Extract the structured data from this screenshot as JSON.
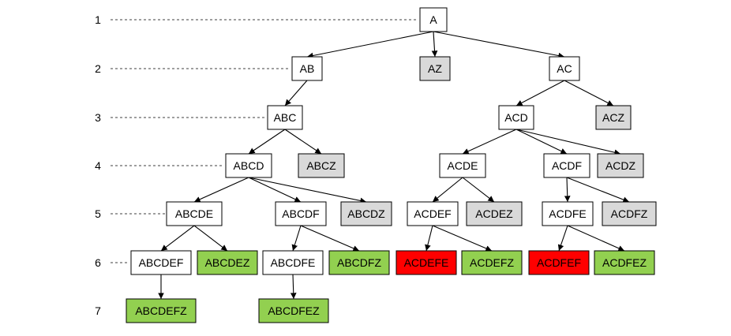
{
  "levels": [
    "1",
    "2",
    "3",
    "4",
    "5",
    "6",
    "7"
  ],
  "colors": {
    "plain": "#ffffff",
    "gray": "#d9d9d9",
    "green": "#92d050",
    "red": "#ff0000",
    "edge": "#000000"
  },
  "nodes": [
    {
      "id": "A",
      "label": "A",
      "level": 1,
      "kind": "plain"
    },
    {
      "id": "AB",
      "label": "AB",
      "level": 2,
      "kind": "plain"
    },
    {
      "id": "AZ",
      "label": "AZ",
      "level": 2,
      "kind": "gray"
    },
    {
      "id": "AC",
      "label": "AC",
      "level": 2,
      "kind": "plain"
    },
    {
      "id": "ABC",
      "label": "ABC",
      "level": 3,
      "kind": "plain"
    },
    {
      "id": "ACD",
      "label": "ACD",
      "level": 3,
      "kind": "plain"
    },
    {
      "id": "ACZ",
      "label": "ACZ",
      "level": 3,
      "kind": "gray"
    },
    {
      "id": "ABCD",
      "label": "ABCD",
      "level": 4,
      "kind": "plain"
    },
    {
      "id": "ABCZ",
      "label": "ABCZ",
      "level": 4,
      "kind": "gray"
    },
    {
      "id": "ACDE",
      "label": "ACDE",
      "level": 4,
      "kind": "plain"
    },
    {
      "id": "ACDF",
      "label": "ACDF",
      "level": 4,
      "kind": "plain"
    },
    {
      "id": "ACDZ",
      "label": "ACDZ",
      "level": 4,
      "kind": "gray"
    },
    {
      "id": "ABCDE",
      "label": "ABCDE",
      "level": 5,
      "kind": "plain"
    },
    {
      "id": "ABCDF",
      "label": "ABCDF",
      "level": 5,
      "kind": "plain"
    },
    {
      "id": "ABCDZ",
      "label": "ABCDZ",
      "level": 5,
      "kind": "gray"
    },
    {
      "id": "ACDEF",
      "label": "ACDEF",
      "level": 5,
      "kind": "plain"
    },
    {
      "id": "ACDEZ",
      "label": "ACDEZ",
      "level": 5,
      "kind": "gray"
    },
    {
      "id": "ACDFE",
      "label": "ACDFE",
      "level": 5,
      "kind": "plain"
    },
    {
      "id": "ACDFZ",
      "label": "ACDFZ",
      "level": 5,
      "kind": "gray"
    },
    {
      "id": "ABCDEF",
      "label": "ABCDEF",
      "level": 6,
      "kind": "plain"
    },
    {
      "id": "ABCDEZ",
      "label": "ABCDEZ",
      "level": 6,
      "kind": "green"
    },
    {
      "id": "ABCDFE",
      "label": "ABCDFE",
      "level": 6,
      "kind": "plain"
    },
    {
      "id": "ABCDFZ",
      "label": "ABCDFZ",
      "level": 6,
      "kind": "green"
    },
    {
      "id": "ACDEFE",
      "label": "ACDEFE",
      "level": 6,
      "kind": "red"
    },
    {
      "id": "ACDEFZ",
      "label": "ACDEFZ",
      "level": 6,
      "kind": "green"
    },
    {
      "id": "ACDFEF",
      "label": "ACDFEF",
      "level": 6,
      "kind": "red"
    },
    {
      "id": "ACDFEZ",
      "label": "ACDFEZ",
      "level": 6,
      "kind": "green"
    },
    {
      "id": "ABCDEFZ",
      "label": "ABCDEFZ",
      "level": 7,
      "kind": "green"
    },
    {
      "id": "ABCDFEZ",
      "label": "ABCDFEZ",
      "level": 7,
      "kind": "green"
    }
  ],
  "edges": [
    [
      "A",
      "AB"
    ],
    [
      "A",
      "AZ"
    ],
    [
      "A",
      "AC"
    ],
    [
      "AB",
      "ABC"
    ],
    [
      "AC",
      "ACD"
    ],
    [
      "AC",
      "ACZ"
    ],
    [
      "ABC",
      "ABCD"
    ],
    [
      "ABC",
      "ABCZ"
    ],
    [
      "ACD",
      "ACDE"
    ],
    [
      "ACD",
      "ACDF"
    ],
    [
      "ACD",
      "ACDZ"
    ],
    [
      "ABCD",
      "ABCDE"
    ],
    [
      "ABCD",
      "ABCDF"
    ],
    [
      "ABCD",
      "ABCDZ"
    ],
    [
      "ACDE",
      "ACDEF"
    ],
    [
      "ACDE",
      "ACDEZ"
    ],
    [
      "ACDF",
      "ACDFE"
    ],
    [
      "ACDF",
      "ACDFZ"
    ],
    [
      "ABCDE",
      "ABCDEF"
    ],
    [
      "ABCDE",
      "ABCDEZ"
    ],
    [
      "ABCDF",
      "ABCDFE"
    ],
    [
      "ABCDF",
      "ABCDFZ"
    ],
    [
      "ACDEF",
      "ACDEFE"
    ],
    [
      "ACDEF",
      "ACDEFZ"
    ],
    [
      "ACDFE",
      "ACDFEF"
    ],
    [
      "ACDFE",
      "ACDFEZ"
    ],
    [
      "ABCDEF",
      "ABCDEFZ"
    ],
    [
      "ABCDFE",
      "ABCDFEZ"
    ]
  ],
  "guides": [
    {
      "level": 1,
      "to": "A"
    },
    {
      "level": 2,
      "to": "AB"
    },
    {
      "level": 3,
      "to": "ABC"
    },
    {
      "level": 4,
      "to": "ABCD"
    },
    {
      "level": 5,
      "to": "ABCDE"
    },
    {
      "level": 6,
      "to": "ABCDEF"
    }
  ]
}
